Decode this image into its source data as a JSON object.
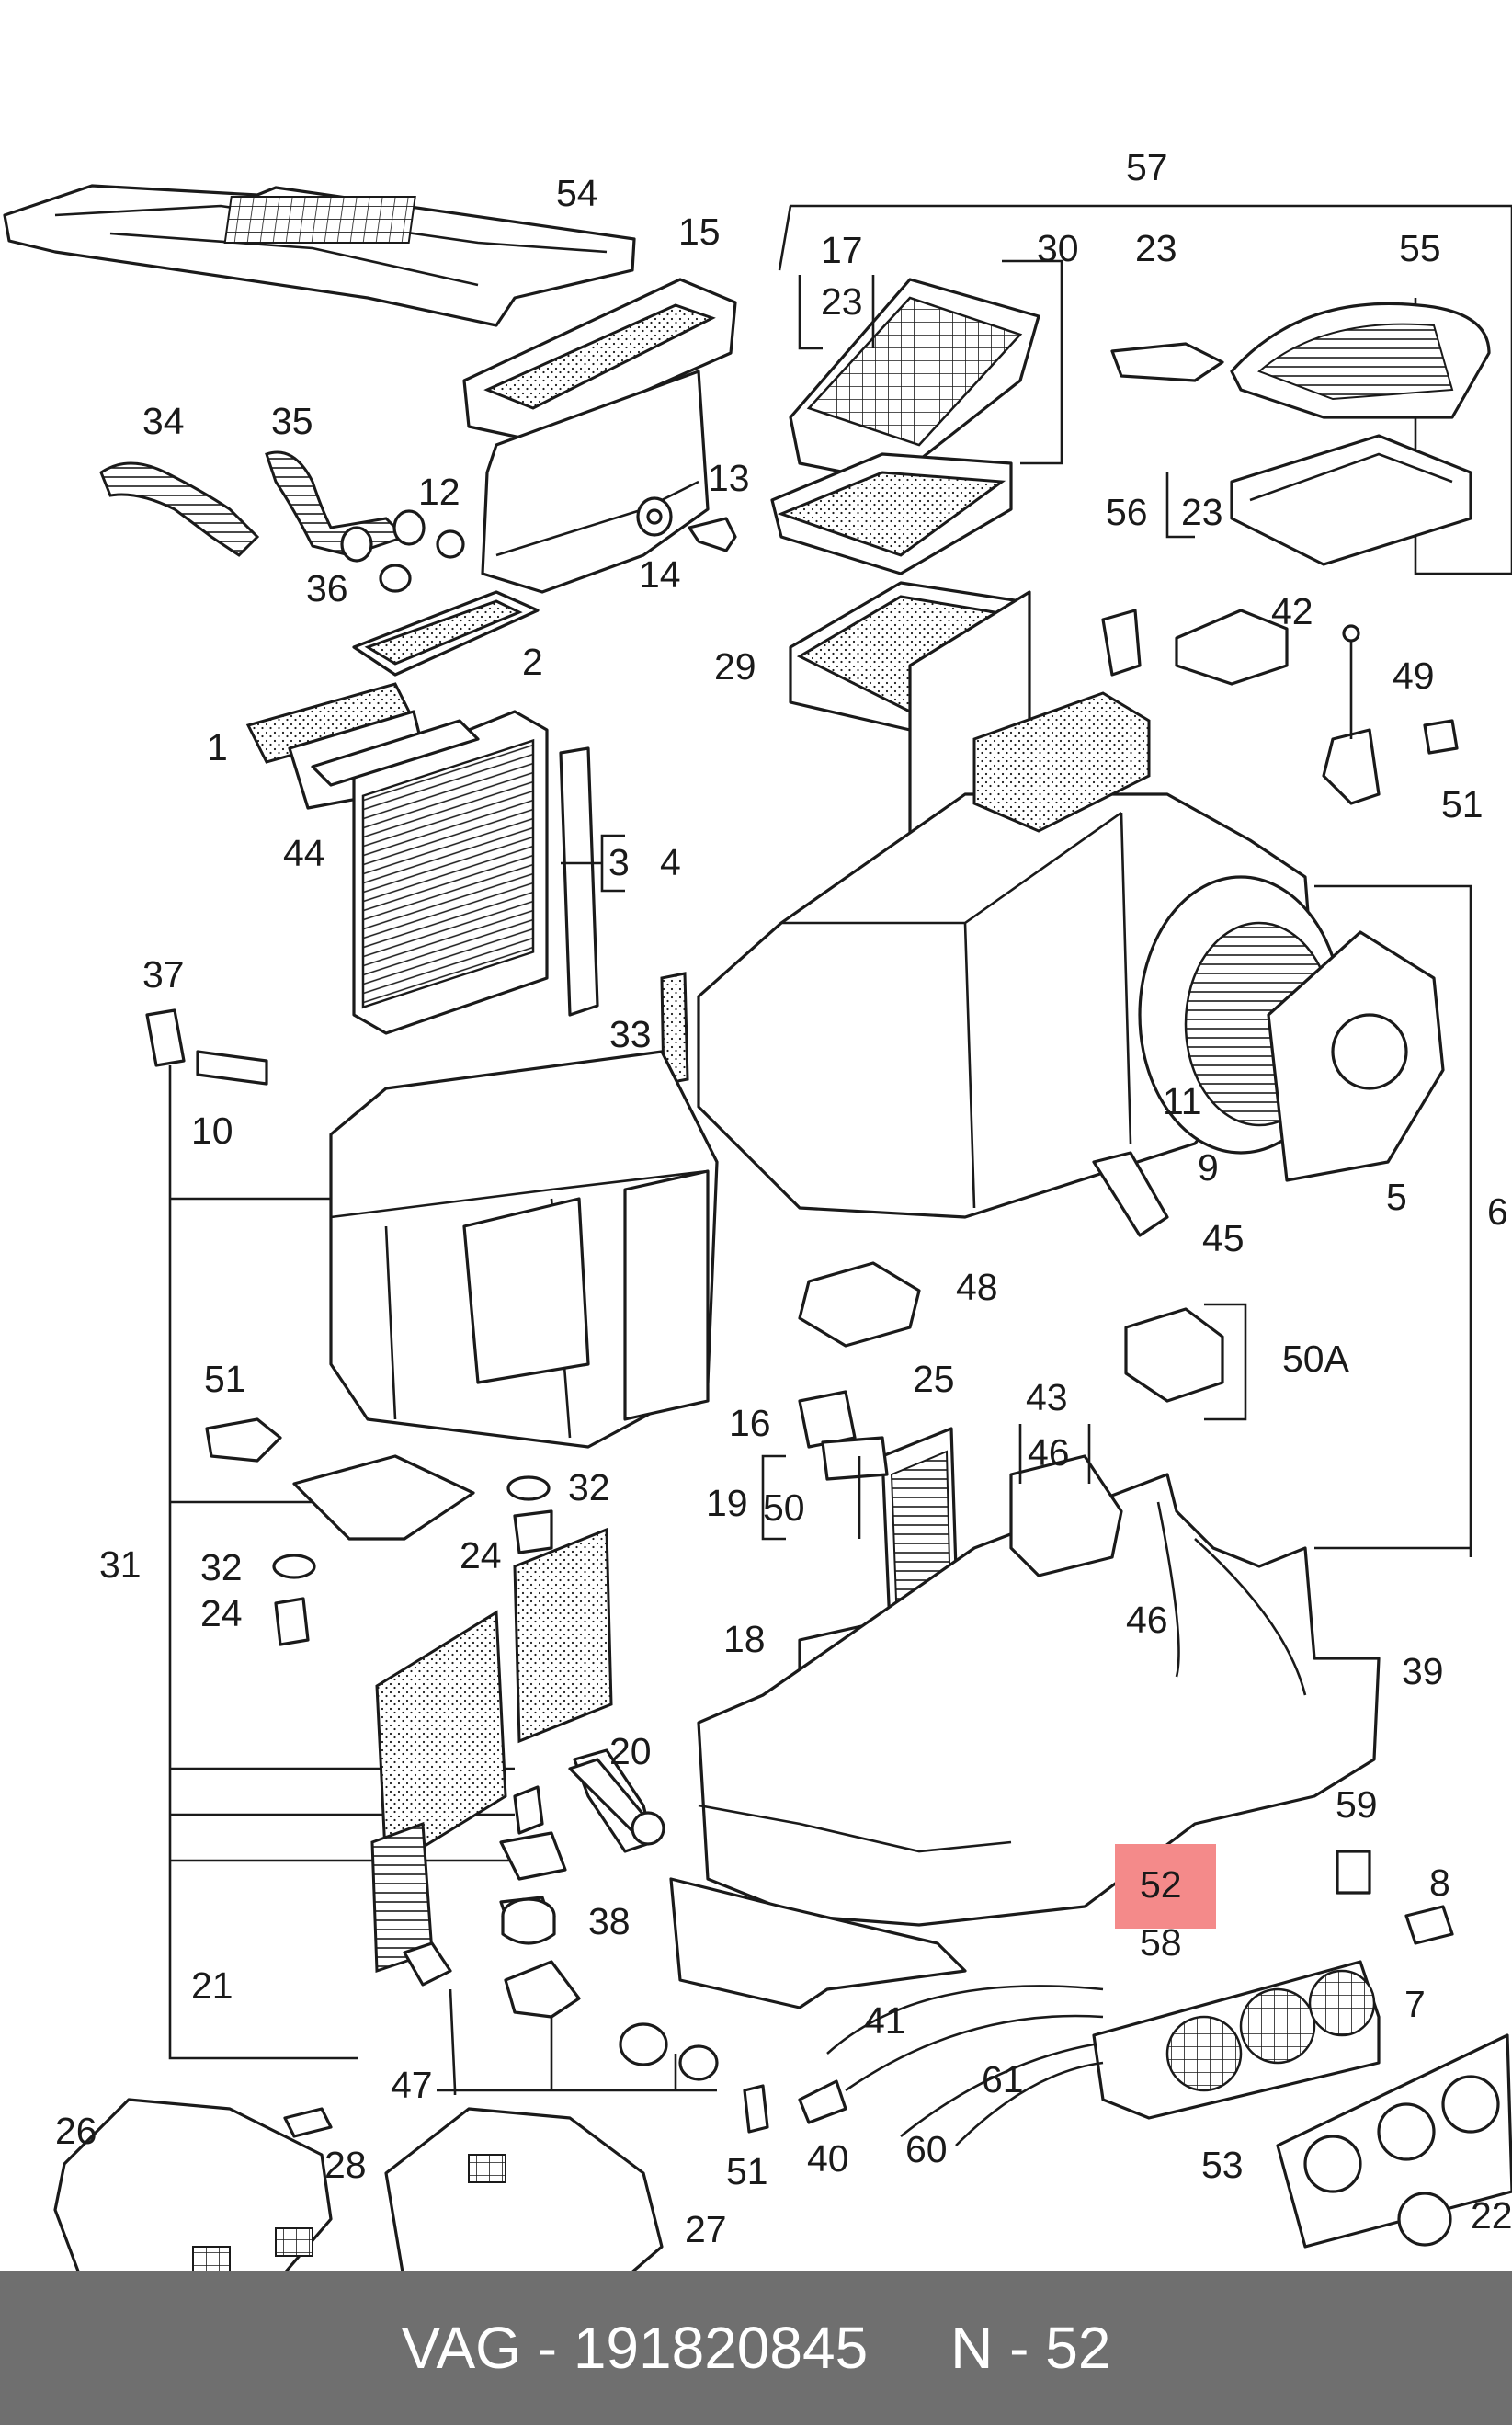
{
  "footer": {
    "part_number": "VAG - 191820845",
    "position": "N - 52"
  },
  "highlight_color": "#f48a8a",
  "highlighted_label": "52",
  "labels": {
    "l54": "54",
    "l15": "15",
    "l57": "57",
    "l17": "17",
    "l23a": "23",
    "l30": "30",
    "l23b": "23",
    "l55": "55",
    "l34": "34",
    "l35": "35",
    "l12": "12",
    "l13": "13",
    "l14": "14",
    "l36": "36",
    "l56": "56",
    "l23c": "23",
    "l2": "2",
    "l29": "29",
    "l42": "42",
    "l49": "49",
    "l1": "1",
    "l44": "44",
    "l3": "3",
    "l4": "4",
    "l51a": "51",
    "l37": "37",
    "l33": "33",
    "l10": "10",
    "l11": "11",
    "l9": "9",
    "l5": "5",
    "l6": "6",
    "l45": "45",
    "l48": "48",
    "l51b": "51",
    "l50A": "50A",
    "l25": "25",
    "l16": "16",
    "l43": "43",
    "l46a": "46",
    "l32a": "32",
    "l19": "19",
    "l50": "50",
    "l31": "31",
    "l24a": "24",
    "l32b": "32",
    "l24b": "24",
    "l46b": "46",
    "l18": "18",
    "l39": "39",
    "l20": "20",
    "l59": "59",
    "l52": "52",
    "l8": "8",
    "l38": "38",
    "l58": "58",
    "l21": "21",
    "l7": "7",
    "l41": "41",
    "l47": "47",
    "l26": "26",
    "l28": "28",
    "l61": "61",
    "l51c": "51",
    "l40": "40",
    "l60": "60",
    "l53": "53",
    "l27": "27",
    "l22": "22"
  }
}
